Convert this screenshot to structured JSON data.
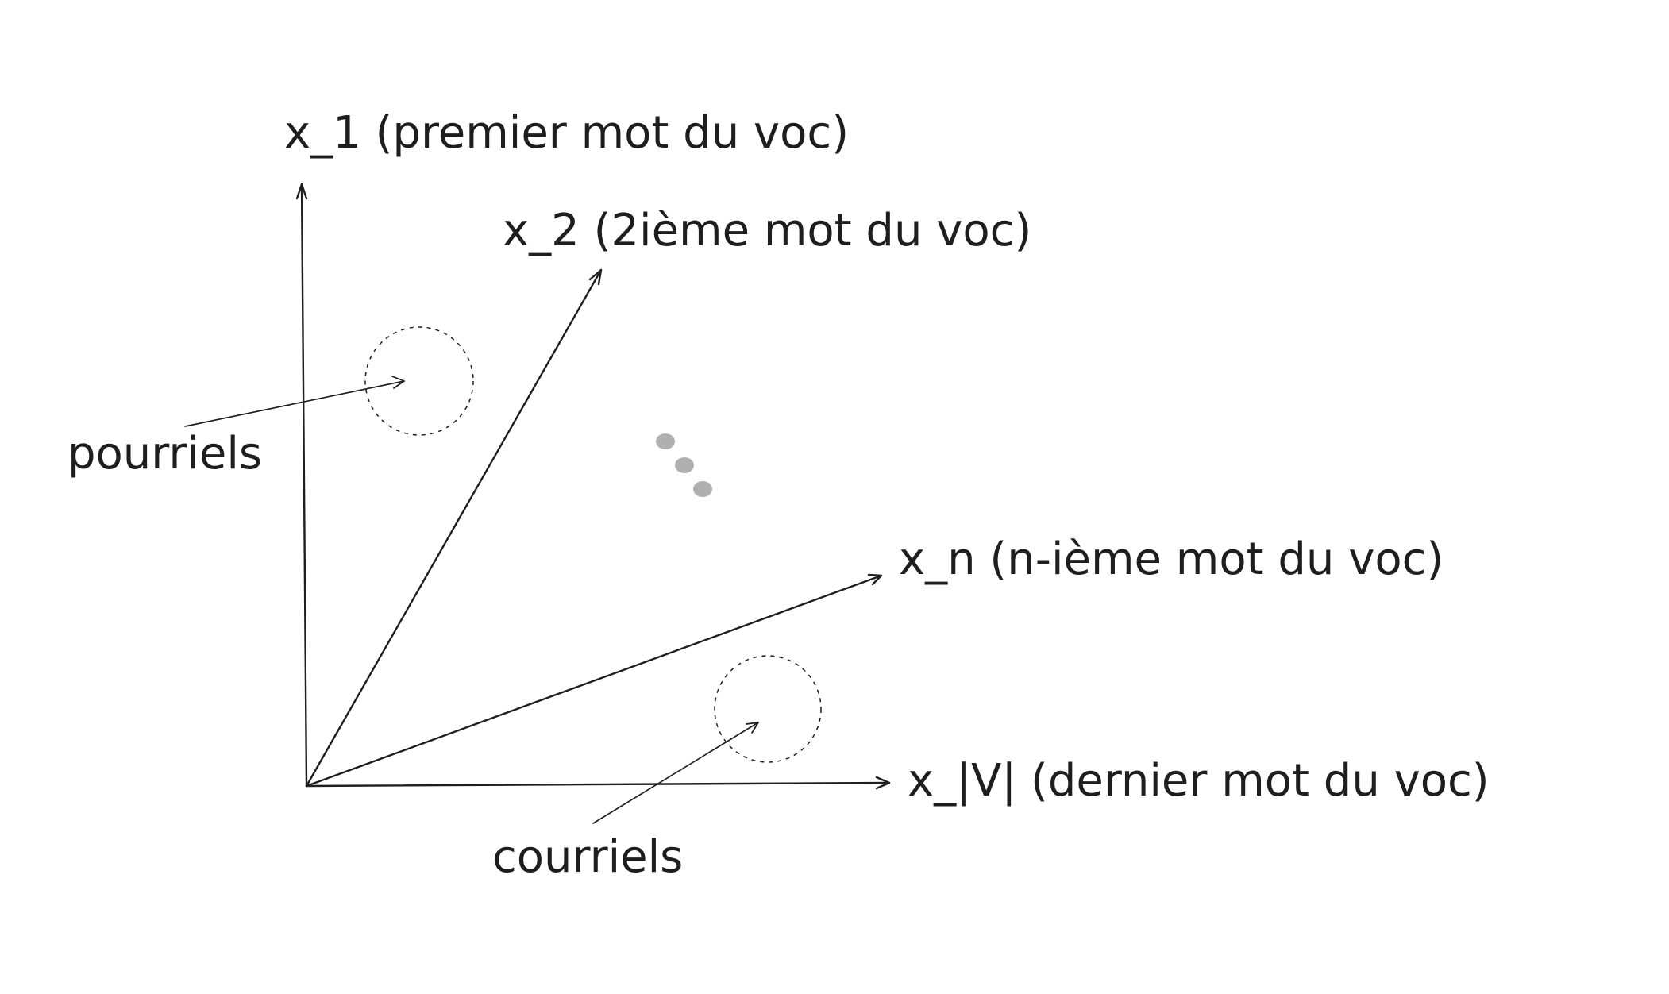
{
  "axes": {
    "x1": "x_1 (premier mot du voc)",
    "x2": "x_2 (2ième mot du voc)",
    "xn": "x_n (n-ième mot du voc)",
    "xv": "x_|V| (dernier mot du voc)"
  },
  "annotations": {
    "spam": "pourriels",
    "ham": "courriels"
  },
  "colors": {
    "stroke": "#1e1e1e",
    "ellipsis_dots": "#b0b0b0",
    "background": "#ffffff"
  }
}
